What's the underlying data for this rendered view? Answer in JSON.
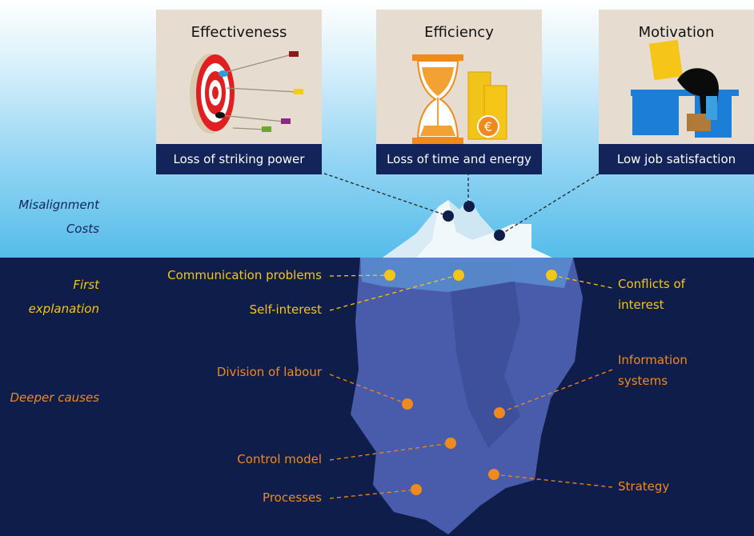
{
  "cards": [
    {
      "title": "Effectiveness",
      "caption": "Loss of striking power",
      "icon": "target-with-darts-icon"
    },
    {
      "title": "Efficiency",
      "caption": "Loss of time and energy",
      "icon": "hourglass-coins-icon"
    },
    {
      "title": "Motivation",
      "caption": "Low job satisfaction",
      "icon": "frustrated-worker-icon"
    }
  ],
  "levels": {
    "costs": "Misalignment Costs",
    "first": "First explanation",
    "deeper": "Deeper causes"
  },
  "first_explanation": {
    "communication": "Communication problems",
    "self_interest": "Self-interest",
    "conflicts": "Conflicts of interest"
  },
  "deeper_causes": {
    "division": "Division of labour",
    "information": "Information systems",
    "control": "Control model",
    "processes": "Processes",
    "strategy": "Strategy"
  },
  "currency_symbol": "€",
  "colors": {
    "navy": "#13245a",
    "sea": "#0f1d4a",
    "yellow": "#f5c518",
    "orange": "#ee8a1e",
    "card": "#e6ddd0"
  }
}
